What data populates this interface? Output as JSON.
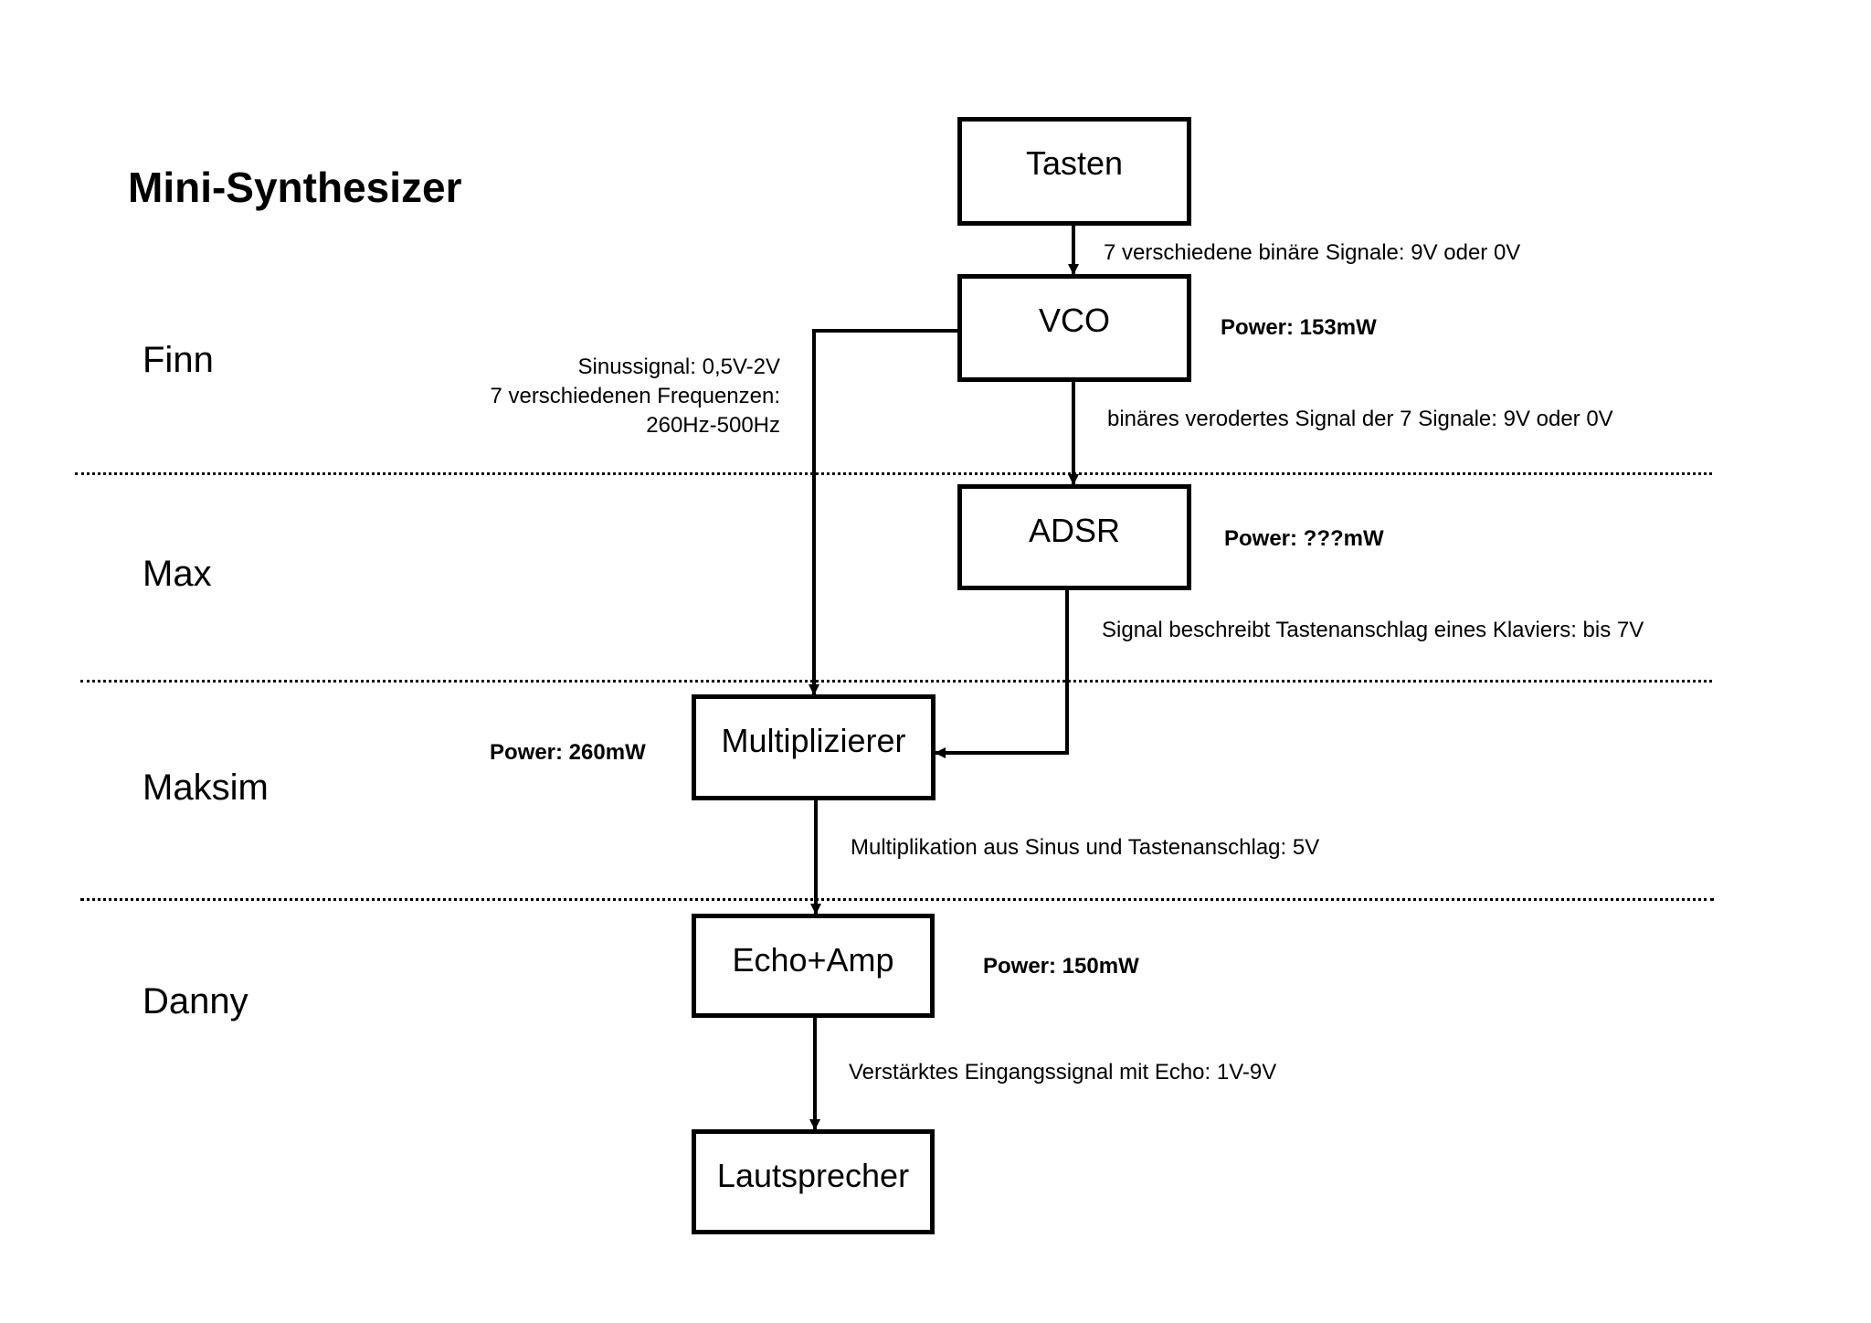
{
  "title": "Mini-Synthesizer",
  "members": [
    "Finn",
    "Max",
    "Maksim",
    "Danny"
  ],
  "blocks": {
    "tasten": "Tasten",
    "vco": "VCO",
    "adsr": "ADSR",
    "multiplizierer": "Multiplizierer",
    "echo_amp": "Echo+Amp",
    "lautsprecher": "Lautsprecher"
  },
  "signals": {
    "tasten_to_vco": "7 verschiedene binäre Signale: 9V oder 0V",
    "vco_to_adsr": "binäres verodertes Signal der 7 Signale:  9V oder 0V",
    "vco_to_multiplizierer": [
      "Sinussignal: 0,5V-2V",
      "7 verschiedenen Frequenzen:",
      "260Hz-500Hz"
    ],
    "adsr_to_multiplizierer": "Signal beschreibt Tastenanschlag eines Klaviers: bis 7V",
    "multiplizierer_to_echo": "Multiplikation aus Sinus und Tastenanschlag: 5V",
    "echo_to_lautsprecher": "Verstärktes Eingangssignal mit Echo: 1V-9V"
  },
  "power": {
    "vco": "Power: 153mW",
    "adsr": "Power: ???mW",
    "multiplizierer": "Power: 260mW",
    "echo_amp": "Power: 150mW"
  }
}
